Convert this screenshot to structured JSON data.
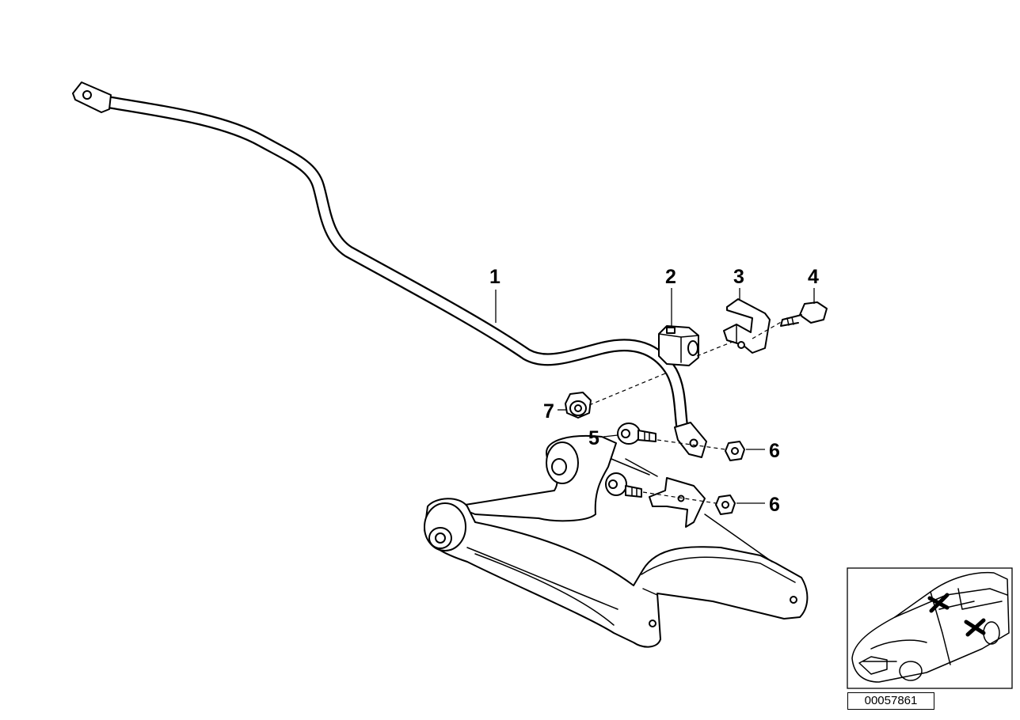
{
  "diagram": {
    "callouts": [
      {
        "id": "1",
        "label": "1"
      },
      {
        "id": "2",
        "label": "2"
      },
      {
        "id": "3",
        "label": "3"
      },
      {
        "id": "4",
        "label": "4"
      },
      {
        "id": "5",
        "label": "5"
      },
      {
        "id": "6a",
        "label": "6"
      },
      {
        "id": "6b",
        "label": "6"
      },
      {
        "id": "7",
        "label": "7"
      }
    ],
    "reference_number": "00057861"
  }
}
